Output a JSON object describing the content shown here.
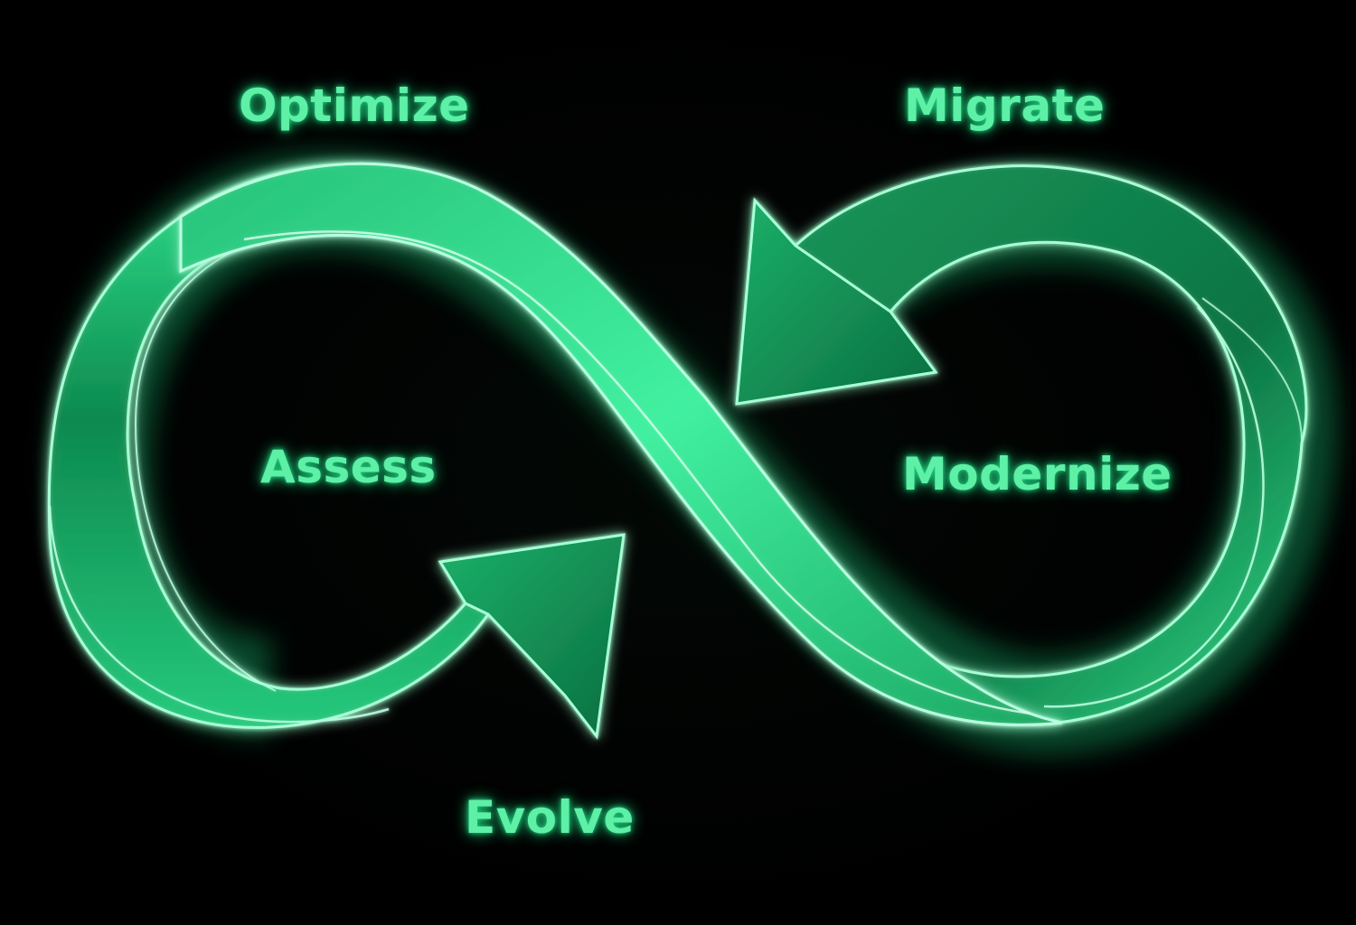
{
  "colors": {
    "background": "#000000",
    "label": "#5ef0a6",
    "label_glow": "#1fd982",
    "ribbon_fill": "#0f8a52",
    "ribbon_light": "#3df29a",
    "ribbon_dark": "#064a2b",
    "edge": "#9cffd0",
    "edge_glow": "#22e38a"
  },
  "labels": {
    "optimize": "Optimize",
    "migrate": "Migrate",
    "assess": "Assess",
    "modernize": "Modernize",
    "evolve": "Evolve"
  }
}
